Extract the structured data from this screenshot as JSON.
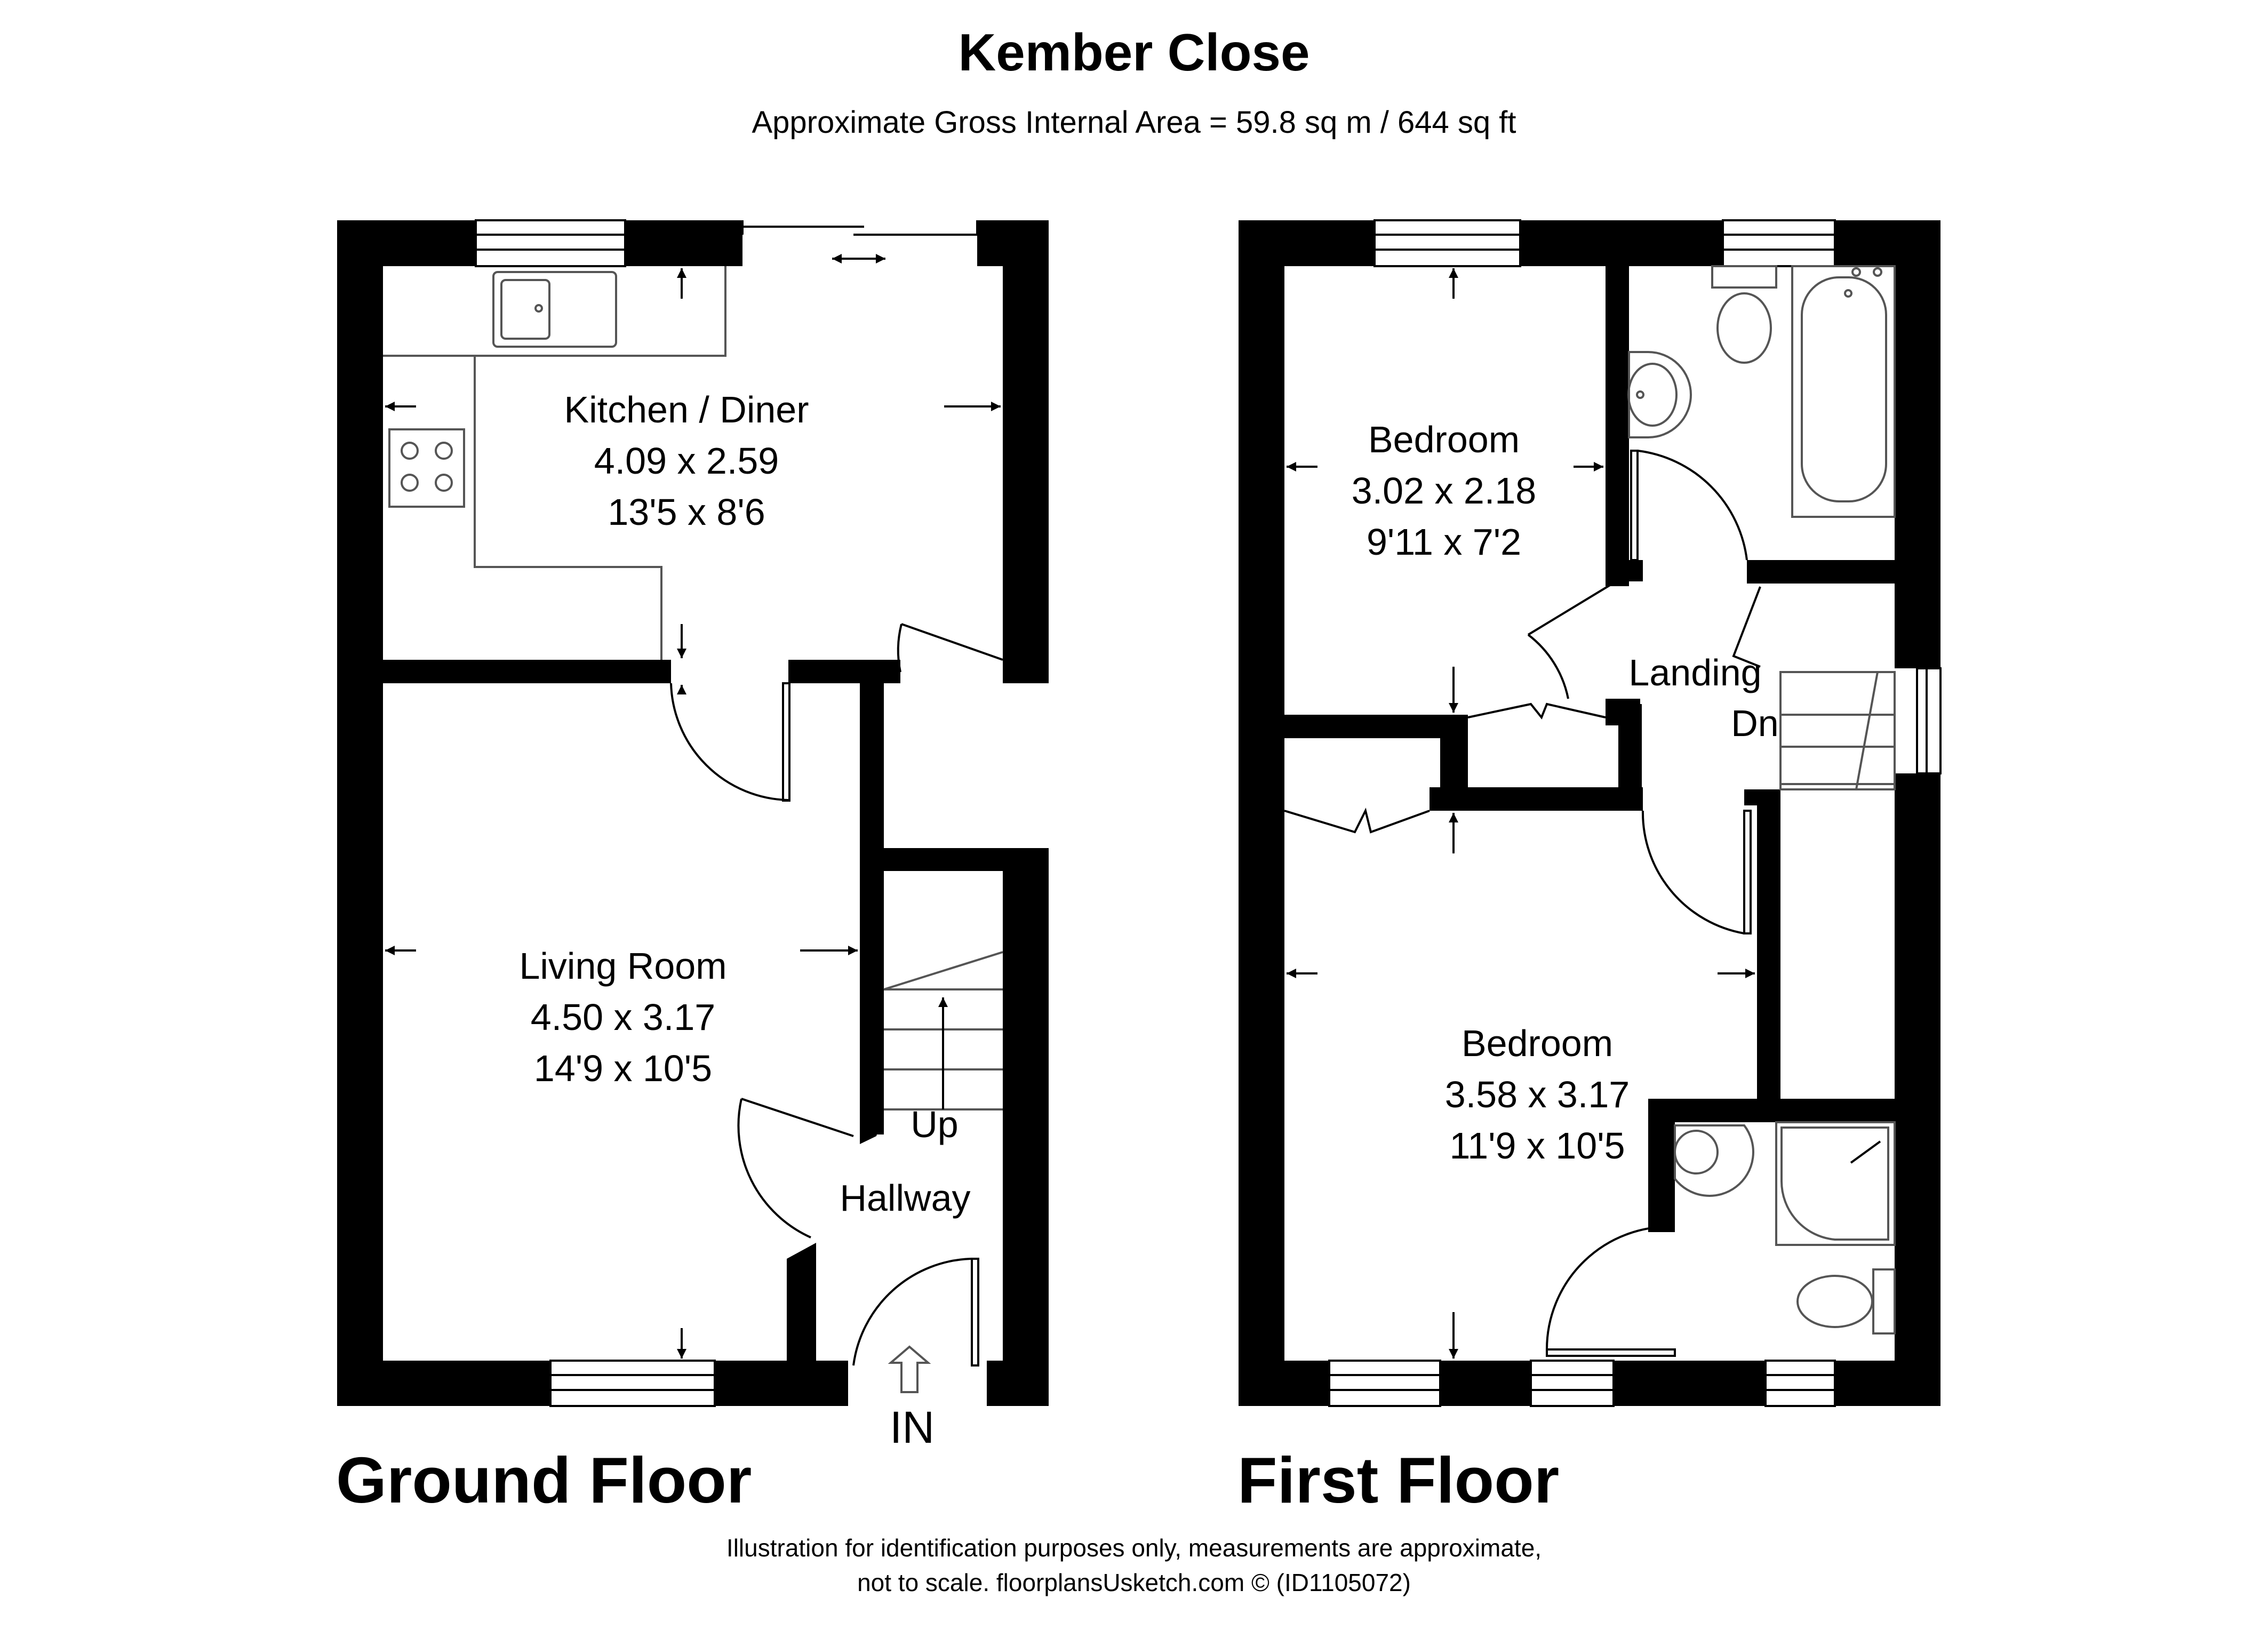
{
  "title": "Kember Close",
  "subtitle": "Approximate Gross Internal Area = 59.8 sq m / 644 sq ft",
  "floors": {
    "ground": {
      "label": "Ground Floor",
      "rooms": {
        "kitchen": {
          "name": "Kitchen / Diner",
          "metric": "4.09 x 2.59",
          "imperial": "13'5 x 8'6"
        },
        "living": {
          "name": "Living Room",
          "metric": "4.50 x 3.17",
          "imperial": "14'9 x 10'5"
        },
        "hallway": {
          "name": "Hallway"
        }
      },
      "stairs_label": "Up",
      "entrance_label": "IN"
    },
    "first": {
      "label": "First Floor",
      "rooms": {
        "bedroom1": {
          "name": "Bedroom",
          "metric": "3.02 x 2.18",
          "imperial": "9'11 x 7'2"
        },
        "bedroom2": {
          "name": "Bedroom",
          "metric": "3.58 x 3.17",
          "imperial": "11'9 x 10'5"
        },
        "landing": {
          "name": "Landing"
        }
      },
      "stairs_label": "Dn"
    }
  },
  "footer": {
    "line1": "Illustration for identification purposes only, measurements are approximate,",
    "line2": "not to scale. floorplansUsketch.com © (ID1105072)"
  },
  "colors": {
    "wall": "#000000",
    "background": "#ffffff",
    "fixture_stroke": "#555555"
  }
}
